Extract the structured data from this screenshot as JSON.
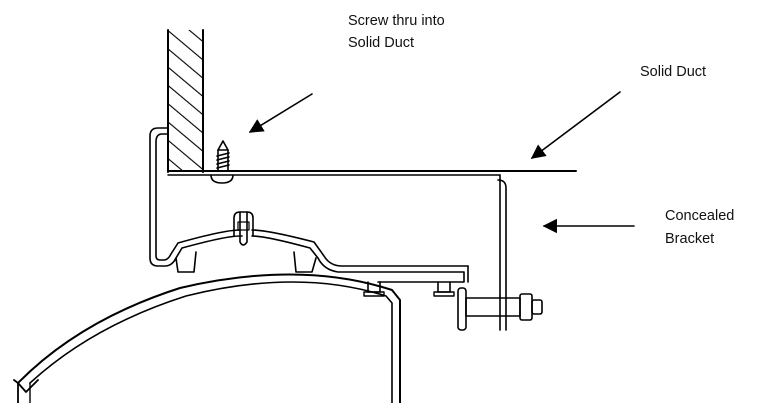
{
  "labels": {
    "screw": [
      "Screw thru into",
      "Solid Duct"
    ],
    "solid_duct": "Solid Duct",
    "bracket": [
      "Concealed",
      "Bracket"
    ]
  },
  "colors": {
    "line": "#000000",
    "background": "#ffffff"
  }
}
